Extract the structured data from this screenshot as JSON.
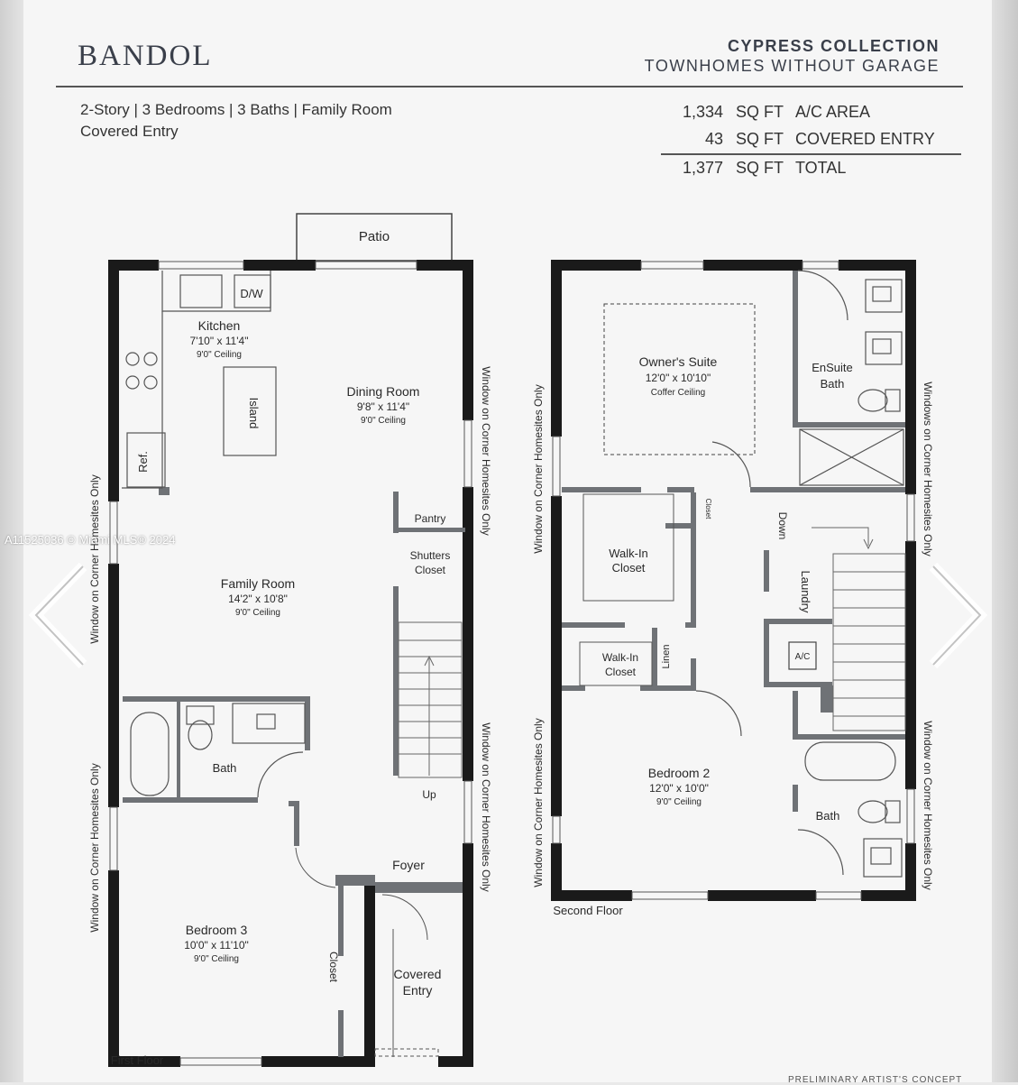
{
  "header": {
    "title": "BANDOL",
    "collection": "CYPRESS COLLECTION",
    "subcollection": "TOWNHOMES WITHOUT GARAGE"
  },
  "features": {
    "line1": "2-Story | 3 Bedrooms | 3 Baths | Family Room",
    "line2": "Covered Entry"
  },
  "area_table": [
    {
      "value": "1,334",
      "unit": "SQ FT",
      "label": "A/C AREA"
    },
    {
      "value": "43",
      "unit": "SQ FT",
      "label": "COVERED ENTRY"
    },
    {
      "value": "1,377",
      "unit": "SQ FT",
      "label": "TOTAL"
    }
  ],
  "first_floor": {
    "floor_label": "First Floor",
    "patio": "Patio",
    "kitchen": {
      "name": "Kitchen",
      "size": "7'10\" x 11'4\"",
      "ceiling": "9'0\" Ceiling"
    },
    "dw": "D/W",
    "island": "Island",
    "ref": "Ref.",
    "dining": {
      "name": "Dining Room",
      "size": "9'8\" x 11'4\"",
      "ceiling": "9'0\" Ceiling"
    },
    "pantry": "Pantry",
    "shutters_closet": [
      "Shutters",
      "Closet"
    ],
    "family": {
      "name": "Family Room",
      "size": "14'2\" x 10'8\"",
      "ceiling": "9'0\" Ceiling"
    },
    "bath": "Bath",
    "up": "Up",
    "foyer": "Foyer",
    "bedroom3": {
      "name": "Bedroom 3",
      "size": "10'0\" x 11'10\"",
      "ceiling": "9'0\" Ceiling"
    },
    "closet": "Closet",
    "covered_entry": [
      "Covered",
      "Entry"
    ],
    "window_note": "Window on Corner Homesites Only"
  },
  "second_floor": {
    "floor_label": "Second Floor",
    "owners_suite": {
      "name": "Owner's Suite",
      "size": "12'0\" x 10'10\"",
      "ceiling": "Coffer Ceiling"
    },
    "ensuite": [
      "EnSuite",
      "Bath"
    ],
    "walkin1": [
      "Walk-In",
      "Closet"
    ],
    "walkin2": [
      "Walk-In",
      "Closet"
    ],
    "linen": "Linen",
    "closet_small": "Closet",
    "laundry": "Laundry",
    "ac": "A/C",
    "down": "Down",
    "bedroom2": {
      "name": "Bedroom 2",
      "size": "12'0\" x 10'0\"",
      "ceiling": "9'0\" Ceiling"
    },
    "bath": "Bath",
    "window_note": "Window on Corner Homesites Only",
    "windows_note": "Windows on Corner Homesites Only"
  },
  "watermark": "A11525036 © Miami MLS® 2024",
  "footer": "PRELIMINARY ARTIST'S CONCEPT",
  "colors": {
    "wall": "#1a1a1a",
    "interior_wall": "#6f7276",
    "background": "#f6f6f6"
  },
  "icons": [
    "chevron-left-icon",
    "chevron-right-icon"
  ]
}
